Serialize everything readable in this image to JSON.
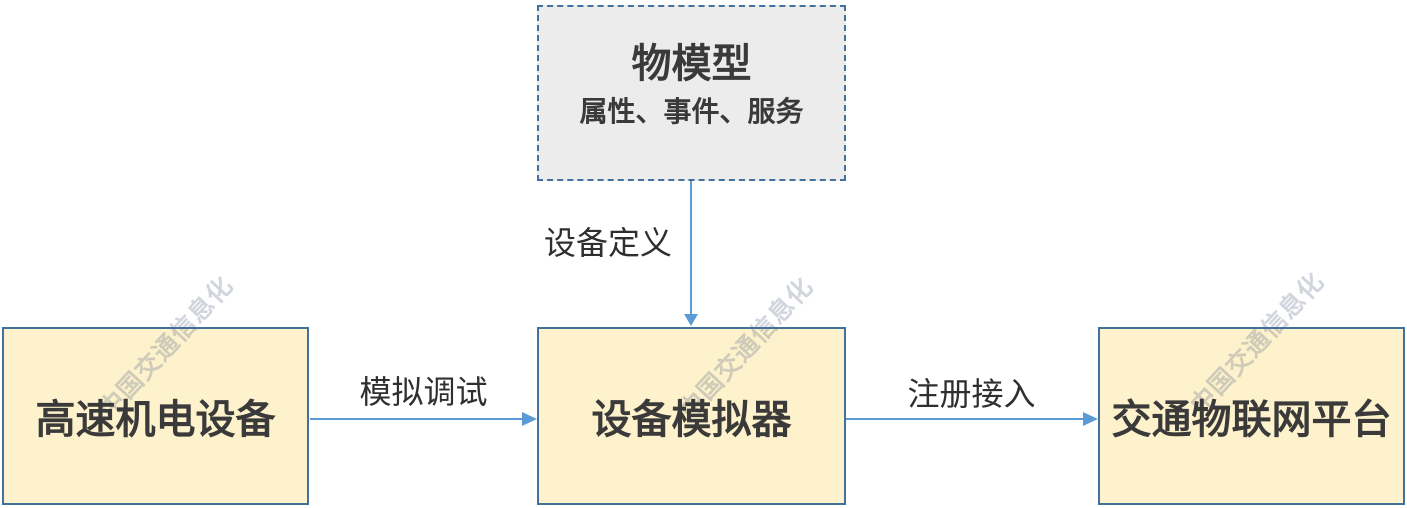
{
  "diagram": {
    "model_box": {
      "title": "物模型",
      "subtitle": "属性、事件、服务"
    },
    "nodes": {
      "left": "高速机电设备",
      "middle": "设备模拟器",
      "right": "交通物联网平台"
    },
    "edges": {
      "define": "设备定义",
      "simulate": "模拟调试",
      "register": "注册接入"
    },
    "watermark": "中国交通信息化",
    "colors": {
      "node_fill": "#FDF2CC",
      "node_border": "#41719C",
      "model_fill": "#ECECEC",
      "arrow": "#5B9BD5",
      "text": "#3A3A3A"
    }
  }
}
